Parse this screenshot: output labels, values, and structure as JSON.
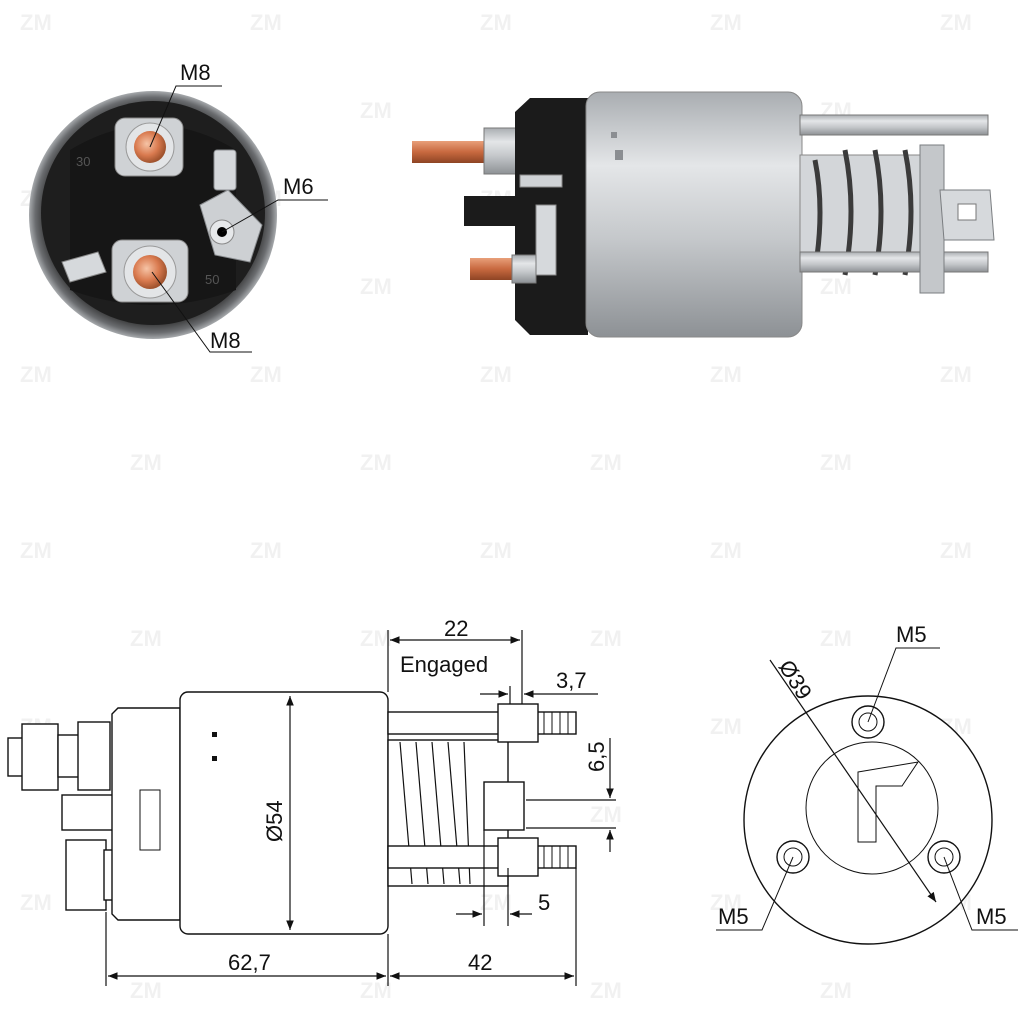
{
  "watermark": "ZM",
  "photo_end_view": {
    "label_top": "M8",
    "label_mid": "M6",
    "label_bottom": "M8",
    "marking_30": "30",
    "marking_50": "50"
  },
  "photo_side_view": {
    "housing_color": "#c9cccf"
  },
  "side_drawing": {
    "dim_engaged_length": "22",
    "dim_engaged_label": "Engaged",
    "dim_stud_offset": "3,7",
    "dim_tab_height": "6,5",
    "dim_diameter": "Ø54",
    "dim_tab_gap": "5",
    "dim_body_length": "62,7",
    "dim_plunger_length": "42"
  },
  "flange_drawing": {
    "dim_bolt_circle": "Ø39",
    "label_hole_top": "M5",
    "label_hole_left": "M5",
    "label_hole_right": "M5"
  }
}
